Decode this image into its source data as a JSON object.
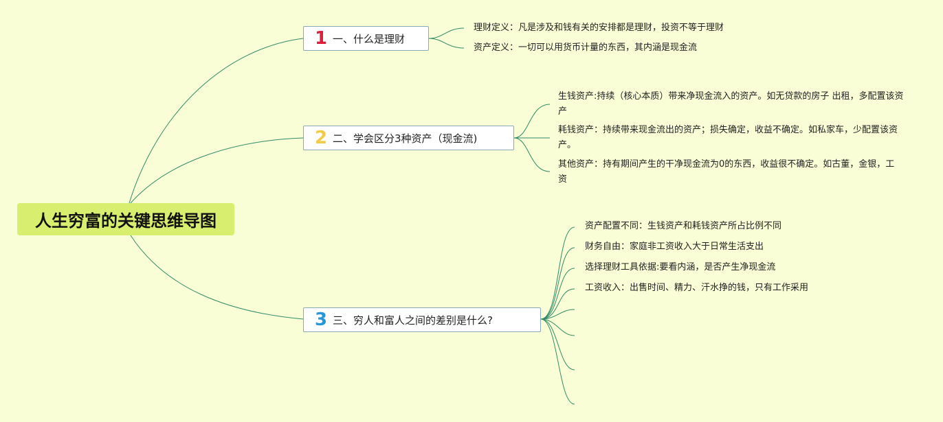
{
  "root": {
    "title": "人生穷富的关键思维导图"
  },
  "branches": [
    {
      "number": "1",
      "label": "一、什么是理财",
      "number_color": "#dd1f3b",
      "children": [
        "理财定义：凡是涉及和钱有关的安排都是理财，投资不等于理财",
        "资产定义：一切可以用货币计量的东西，其内涵是现金流"
      ]
    },
    {
      "number": "2",
      "label": "二、学会区分3种资产（现金流)",
      "number_color": "#f1cb48",
      "children": [
        "生钱资产:持续（核心本质）带来净现金流入的资产。如无贷款的房子 出租，多配置该资产",
        "耗钱资产：持续带来现金流出的资产；损失确定，收益不确定。如私家车，少配置该资产。",
        "其他资产：持有期间产生的干净现金流为0的东西，收益很不确定。如古董，金银，工资"
      ]
    },
    {
      "number": "3",
      "label": "三、穷人和富人之间的差别是什么?",
      "number_color": "#2996d9",
      "children": [
        "资产配置不同：生钱资产和耗钱资产所占比例不同",
        "财务自由：家庭非工资收入大于日常生活支出",
        "选择理财工具依据:要看内涵，是否产生净现金流",
        "工资收入：出售时间、精力、汗水挣的钱，只有工作采用"
      ]
    }
  ],
  "colors": {
    "background": "#fafed6",
    "root_fill": "#d8ee6f",
    "connector": "#2f8a68",
    "branch_border": "#87a9b3"
  }
}
